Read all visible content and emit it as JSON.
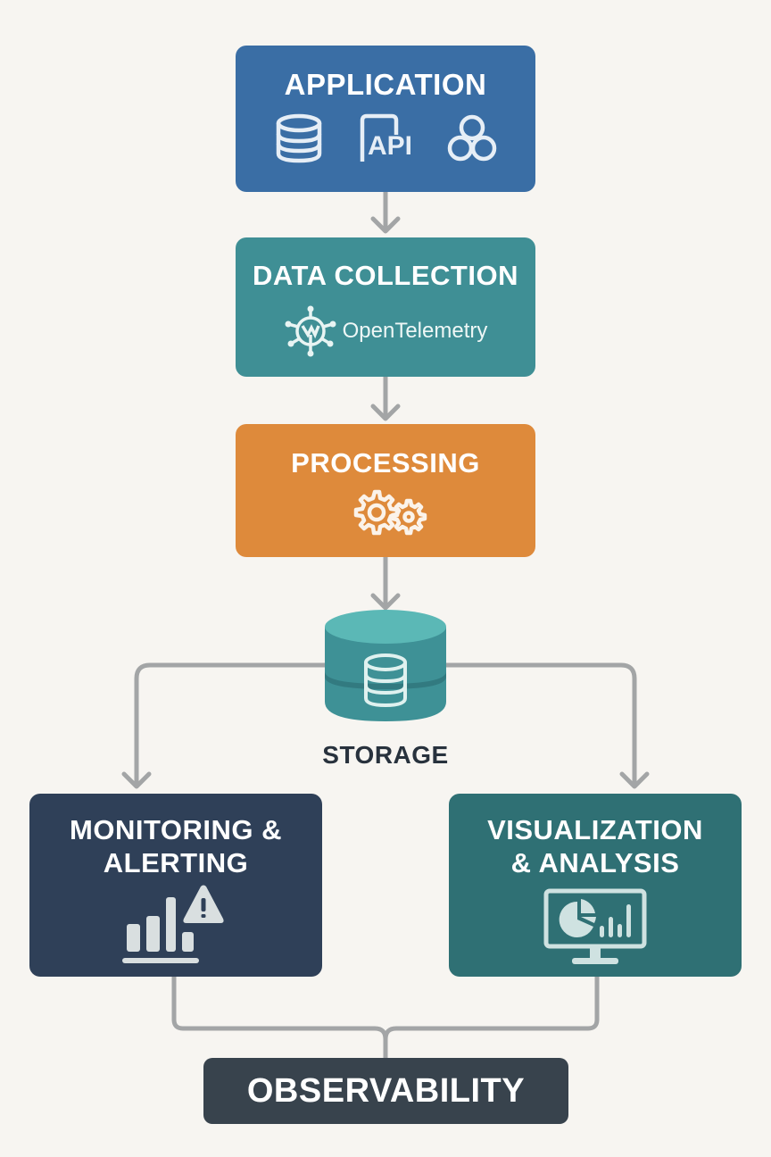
{
  "diagram": {
    "type": "flowchart",
    "nodes": {
      "application": {
        "title": "APPLICATION",
        "icons": [
          "database-icon",
          "api-document-icon",
          "services-cluster-icon"
        ],
        "api_label": "API",
        "color": "#3a6ea5"
      },
      "data_collection": {
        "title": "DATA COLLECTION",
        "logo_text": "OpenTelemetry",
        "color": "#3f8f95"
      },
      "processing": {
        "title": "PROCESSING",
        "icons": [
          "gears-icon"
        ],
        "color": "#de8a3b"
      },
      "storage": {
        "title": "STORAGE",
        "icons": [
          "database-icon"
        ],
        "color": "#3e9196",
        "top_color": "#5bb8b6"
      },
      "monitoring": {
        "title_line1": "MONITORING &",
        "title_line2": "ALERTING",
        "icons": [
          "bar-chart-icon",
          "warning-icon"
        ],
        "color": "#2f4058"
      },
      "visualization": {
        "title_line1": "VISUALIZATION",
        "title_line2": "& ANALYSIS",
        "icons": [
          "monitor-chart-icon"
        ],
        "color": "#2f7074"
      },
      "observability": {
        "title": "OBSERVABILITY",
        "color": "#38434d"
      }
    },
    "edges": [
      {
        "from": "APPLICATION",
        "to": "DATA COLLECTION"
      },
      {
        "from": "DATA COLLECTION",
        "to": "PROCESSING"
      },
      {
        "from": "PROCESSING",
        "to": "STORAGE"
      },
      {
        "from": "STORAGE",
        "to": "MONITORING & ALERTING"
      },
      {
        "from": "STORAGE",
        "to": "VISUALIZATION & ANALYSIS"
      },
      {
        "from": "MONITORING & ALERTING",
        "to": "OBSERVABILITY"
      },
      {
        "from": "VISUALIZATION & ANALYSIS",
        "to": "OBSERVABILITY"
      }
    ],
    "connector_color": "#a3a5a6",
    "background": "#f7f5f1"
  }
}
